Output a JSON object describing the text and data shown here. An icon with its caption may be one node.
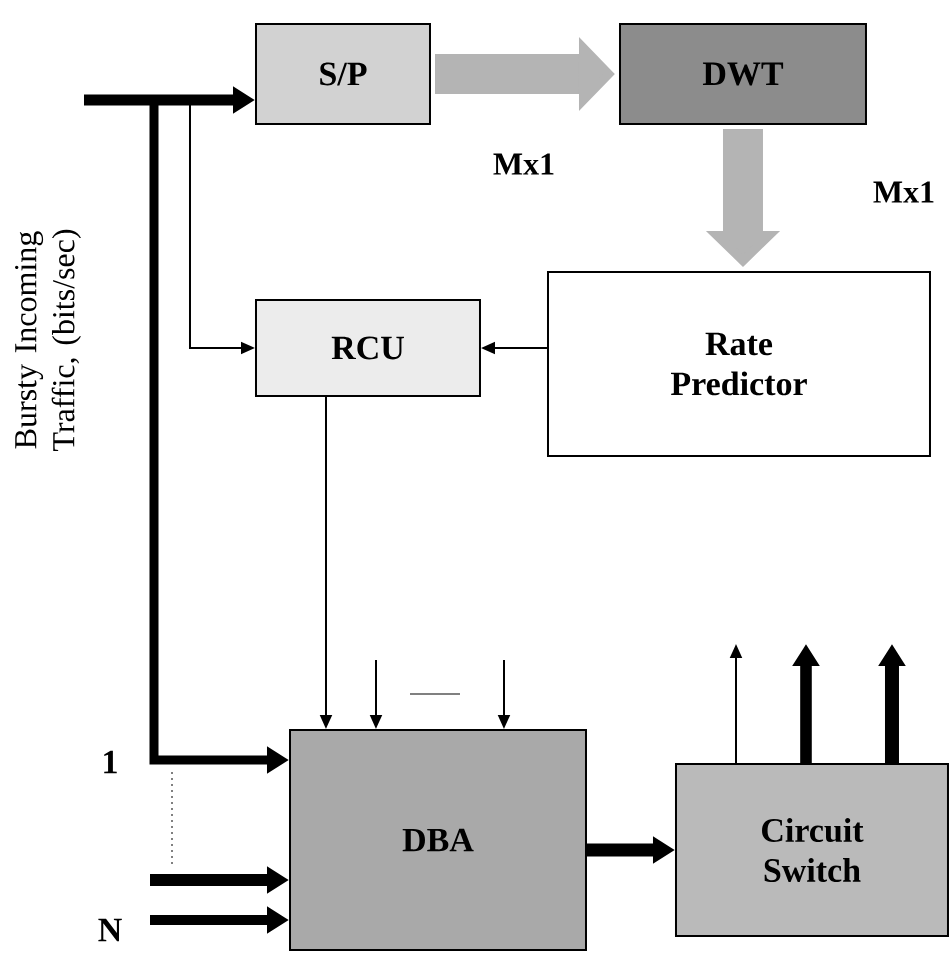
{
  "diagram": {
    "nodes": [
      {
        "text": [
          "S/P"
        ]
      },
      {
        "text": [
          "DWT"
        ]
      },
      {
        "text": [
          "Rate Predictor"
        ]
      },
      {
        "text": [
          "RCU"
        ]
      },
      {
        "text": [
          "DBA"
        ]
      },
      {
        "text": [
          "Circuit Switch"
        ]
      }
    ],
    "edges": [
      {
        "from": null,
        "to": 0,
        "arrow": "to"
      },
      {
        "from": null,
        "to": 3,
        "arrow": "to"
      },
      {
        "from": null,
        "to": 4,
        "arrow": "to"
      },
      {
        "from": null,
        "to": 4,
        "arrow": "to"
      },
      {
        "from": null,
        "to": 4,
        "arrow": "to"
      },
      {
        "from": 0,
        "to": 1,
        "arrow": "to",
        "label": "Mx1",
        "style": "thick",
        "color": "#b4b4b4"
      },
      {
        "from": 1,
        "to": 2,
        "arrow": "to",
        "label": "Mx1",
        "style": "thick",
        "color": "#b4b4b4"
      },
      {
        "from": 2,
        "to": 3,
        "arrow": "to"
      },
      {
        "from": 3,
        "to": 4,
        "arrow": "to"
      },
      {
        "from": null,
        "to": 4,
        "arrow": "to"
      },
      {
        "from": null,
        "to": 4,
        "arrow": "to"
      },
      {
        "from": 4,
        "to": 5,
        "arrow": "to"
      },
      {
        "from": 5,
        "to": null,
        "arrow": "to"
      },
      {
        "from": 5,
        "to": null,
        "arrow": "to"
      },
      {
        "from": 5,
        "to": null,
        "arrow": "to"
      }
    ],
    "labels": [
      "Bursty Incoming Traffic, (bits/sec)",
      "1",
      "N"
    ]
  }
}
